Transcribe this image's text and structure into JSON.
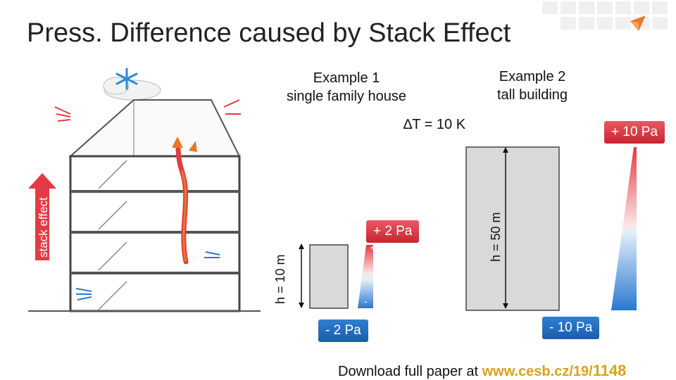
{
  "slide": {
    "title": "Press. Difference caused by Stack Effect"
  },
  "example1": {
    "line1": "Example 1",
    "line2": "single family house"
  },
  "example2": {
    "line1": "Example 2",
    "line2": "tall building"
  },
  "delta_t": "∆T = 10 K",
  "house": {
    "height_label": "h = 10 m",
    "top_pressure": "+ 2 Pa",
    "bottom_pressure": "- 2 Pa",
    "plus_sign": "+",
    "minus_sign": "-"
  },
  "tower": {
    "height_label": "h = 50 m",
    "top_pressure": "+ 10 Pa",
    "bottom_pressure": "- 10 Pa",
    "plus_sign": "+",
    "minus_sign": "-"
  },
  "stack_effect_label": "stack effect",
  "footer": {
    "prefix": "Download full paper at ",
    "url": "www.cesb.cz/19/",
    "number": "1148"
  },
  "colors": {
    "red": "#e23b44",
    "blue": "#2a78cf",
    "grey_box": "#d9d9d9",
    "accent_orange": "#e8782a"
  }
}
